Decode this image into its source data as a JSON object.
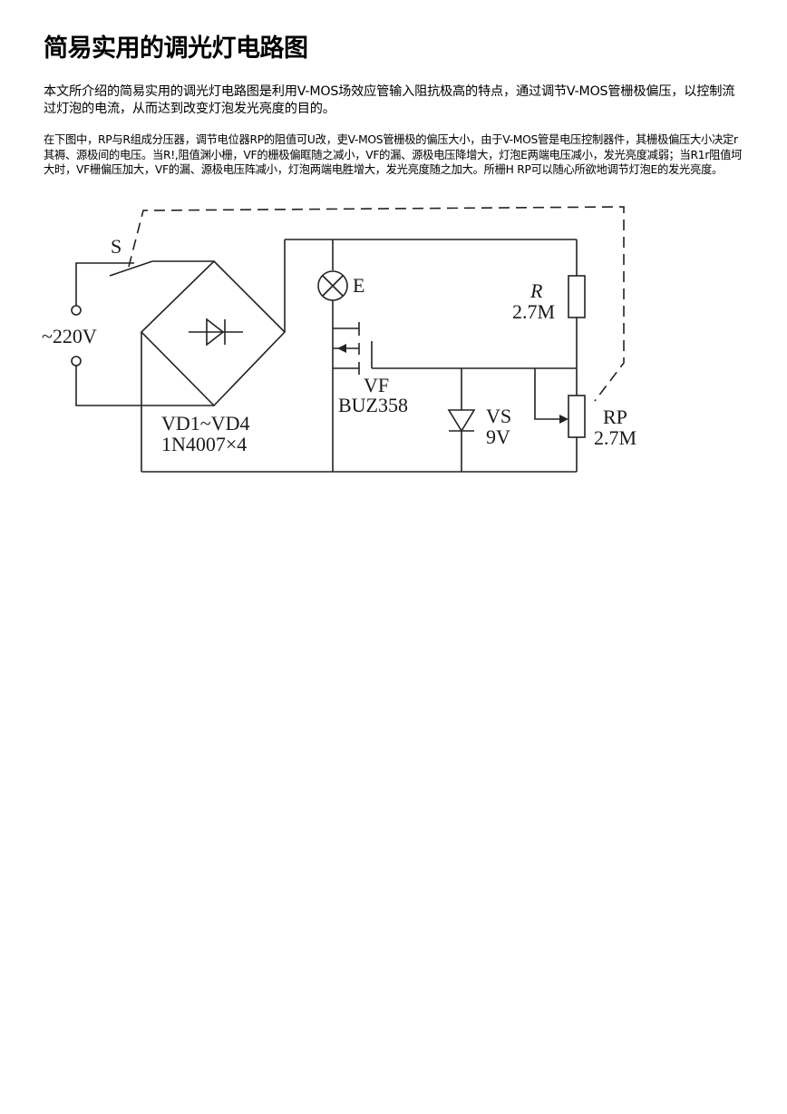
{
  "page": {
    "title": "简易实用的调光灯电路图",
    "intro": "本文所介绍的简易实用的调光灯电路图是利用V-MOS场效应管输入阻抗极高的特点，通过调节V-MOS管栅极偏压，以控制流过灯泡的电流，从而达到改变灯泡发光亮度的目的。",
    "paragraph": "在下图中，RP与R组成分压器，调节电位器RP的阻值可U改，吏V-MOS管栅极的偏压大小，由于V-MOS管是电压控制器件，其栅极偏压大小决定r其褥、源极间的电压。当R!,阻值渊小栅，VF的栅极偏眶随之减小，VF的漏、源极电压降增大，灯泡E两端电压减小，发光亮度减弱；当R1r阻值坷大时，VF栅偏压加大，VF的漏、源极电压阵减小，灯泡两端电胜增大，发光亮度随之加大。所栅H RP可以随心所欲地调节灯泡E的发光亮度。"
  },
  "diagram": {
    "switch": "S",
    "supply": "~220V",
    "bridge_name": "VD1~VD4",
    "bridge_part": "1N4007×4",
    "lamp": "E",
    "mosfet_name": "VF",
    "mosfet_part": "BUZ358",
    "zener_name": "VS",
    "zener_value": "9V",
    "resistor_name": "R",
    "resistor_value": "2.7M",
    "pot_name": "RP",
    "pot_value": "2.7M"
  }
}
